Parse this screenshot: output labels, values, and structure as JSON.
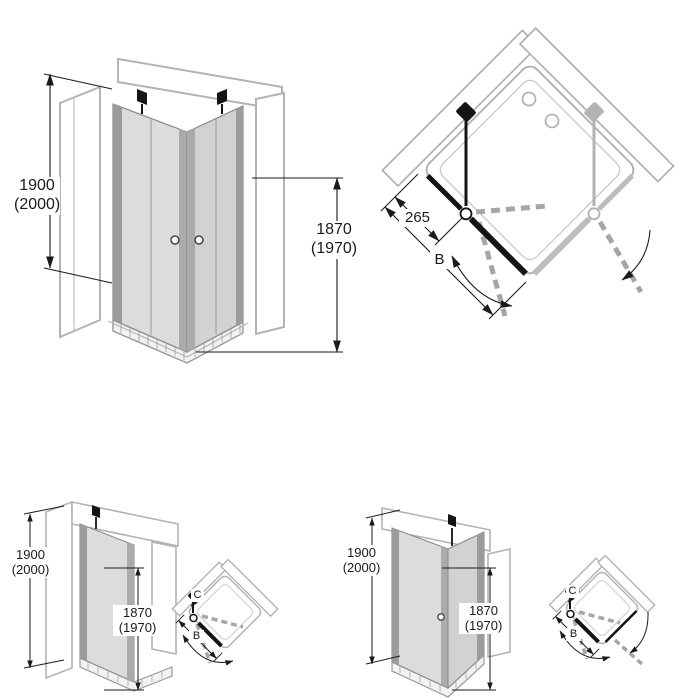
{
  "colors": {
    "wall_gray": "#b3b3b3",
    "glass_gray": "#dcdcdc",
    "ink": "#1a1a1a",
    "dash_gray": "#a6a6a6"
  },
  "figures": {
    "corner_iso": {
      "dim_total_1": "1900",
      "dim_total_2": "(2000)",
      "dim_glass_1": "1870",
      "dim_glass_2": "(1970)"
    },
    "corner_plan": {
      "dim_segment": "265",
      "dim_door": "B"
    },
    "niche_iso": {
      "dim_total_1": "1900",
      "dim_total_2": "(2000)",
      "dim_glass_1": "1870",
      "dim_glass_2": "(1970)"
    },
    "niche_plan": {
      "dim_c": "C",
      "dim_b": "B"
    },
    "panel_iso": {
      "dim_total_1": "1900",
      "dim_total_2": "(2000)",
      "dim_glass_1": "1870",
      "dim_glass_2": "(1970)"
    },
    "panel_plan": {
      "dim_c": "C",
      "dim_b": "B"
    }
  }
}
